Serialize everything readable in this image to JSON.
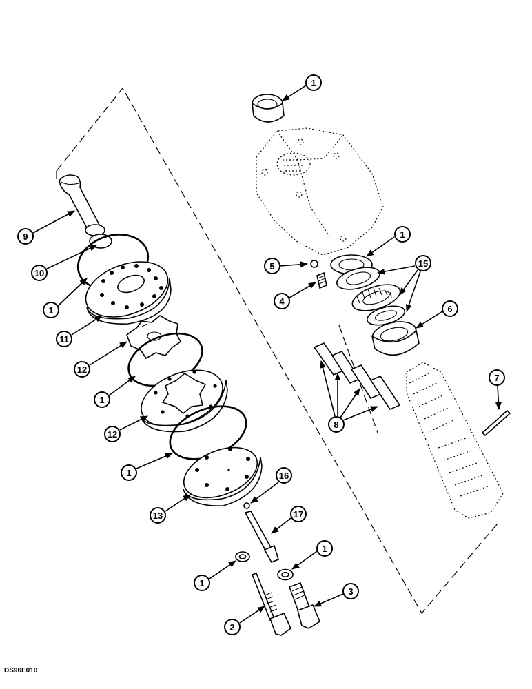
{
  "figure_code": "DS96E010",
  "callouts": [
    "1",
    "1",
    "1",
    "1",
    "1",
    "1",
    "1",
    "2",
    "3",
    "4",
    "5",
    "6",
    "7",
    "7",
    "8",
    "9",
    "10",
    "11",
    "12",
    "12",
    "13",
    "15",
    "16",
    "17"
  ]
}
